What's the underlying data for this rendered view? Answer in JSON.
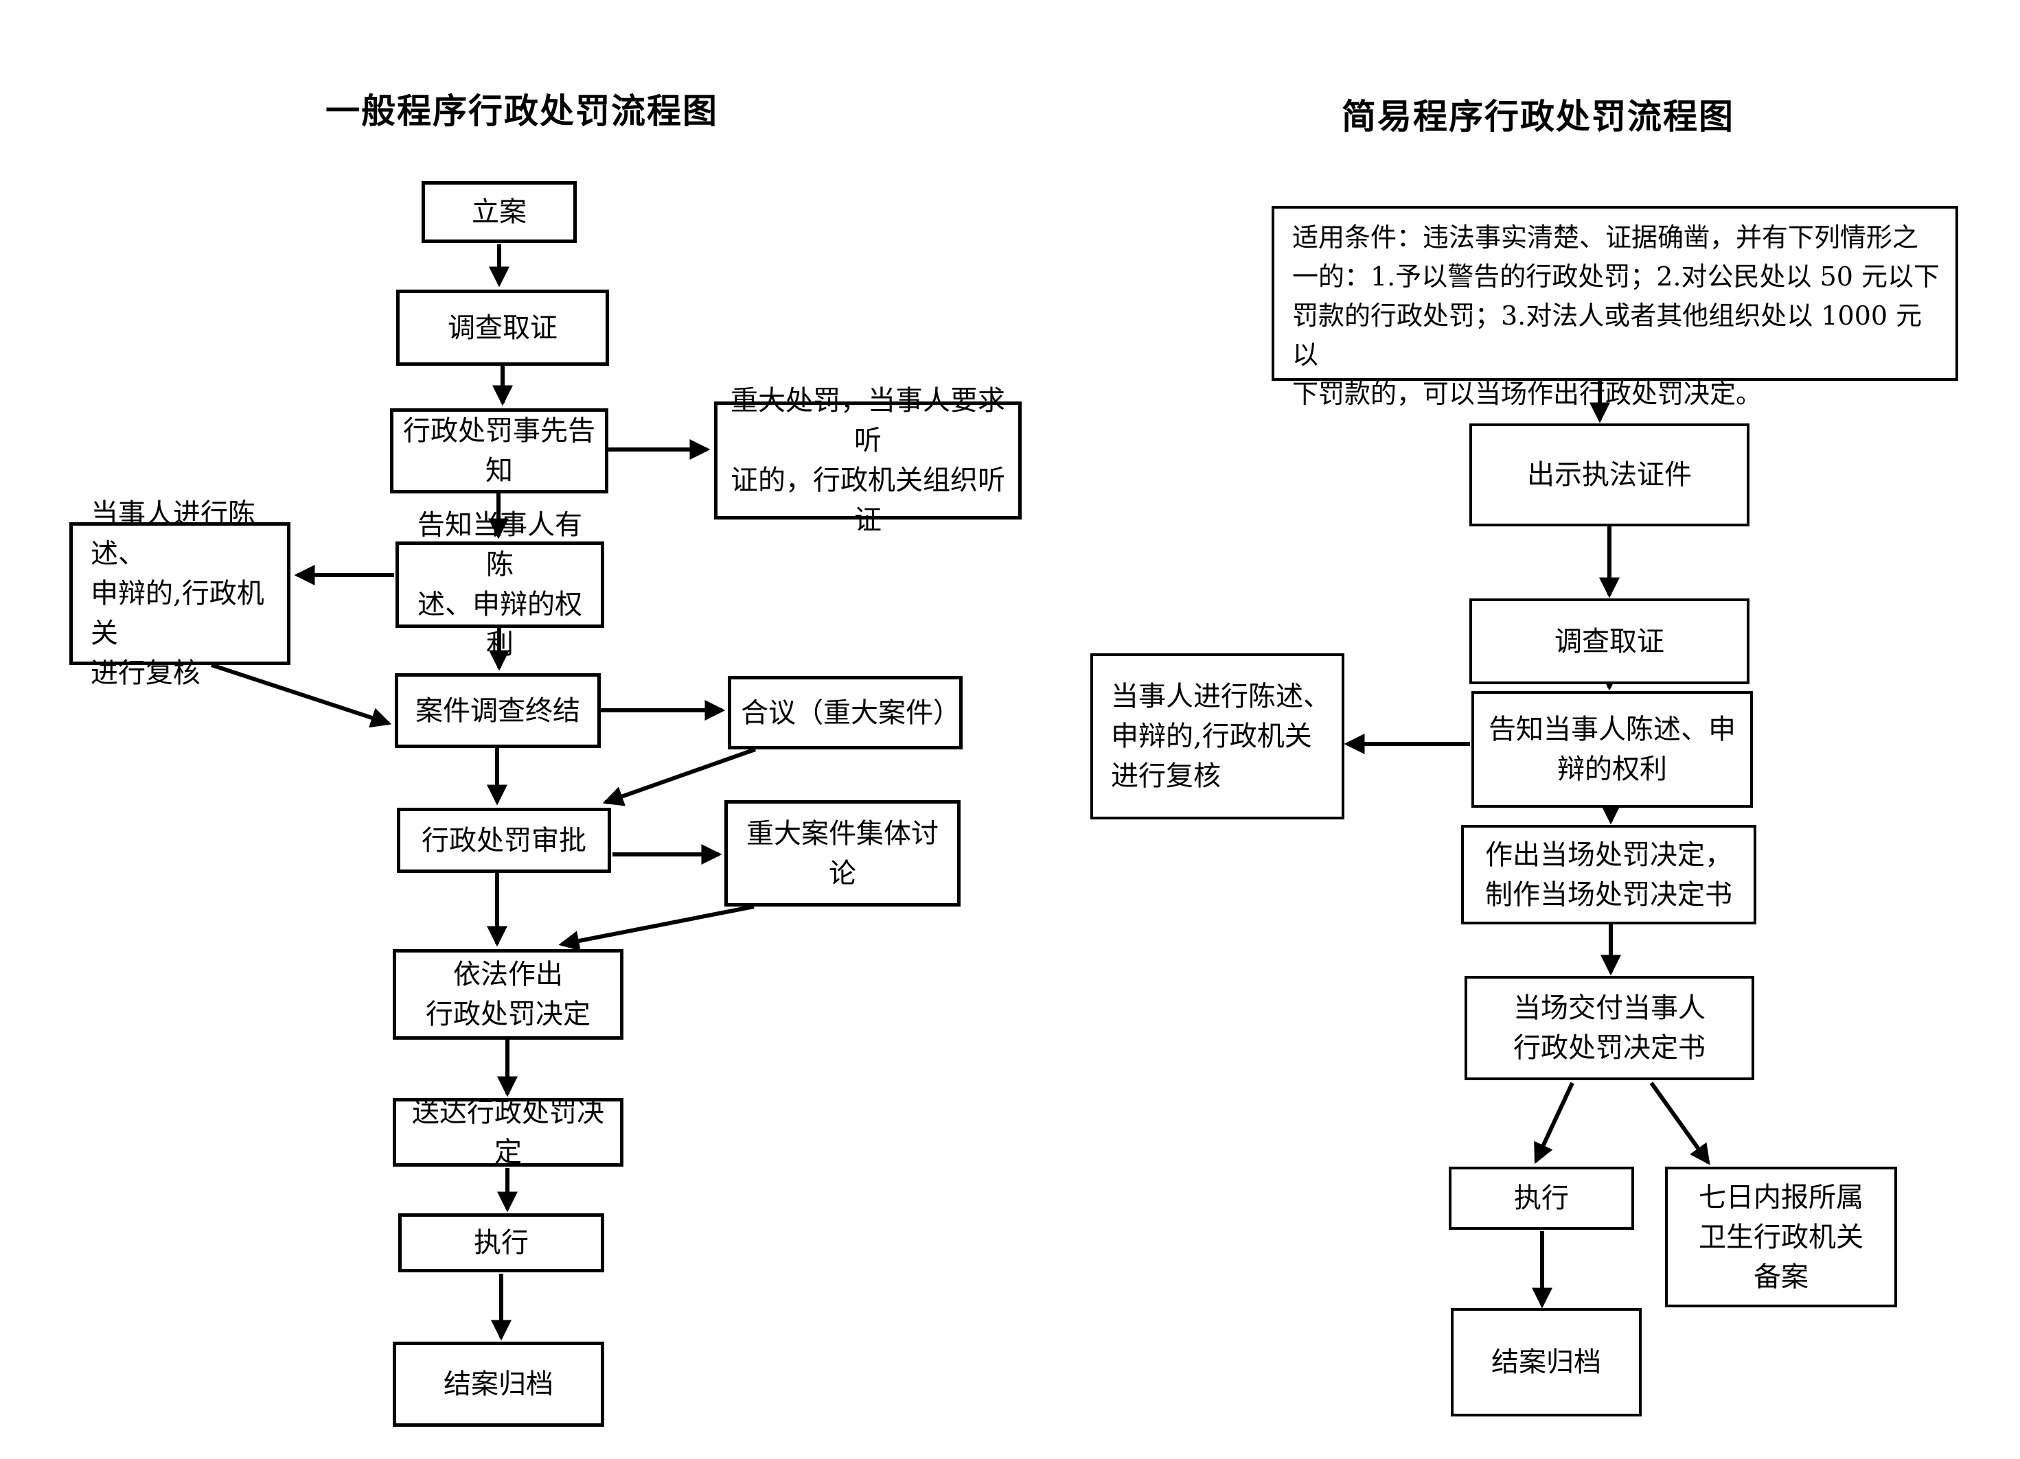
{
  "page": {
    "background_color": "#ffffff",
    "line_color": "#000000"
  },
  "general_flow": {
    "title": "一般程序行政处罚流程图",
    "nodes": {
      "file_case": "立案",
      "investigate": "调查取证",
      "prior_notice": "行政处罚事先告知",
      "hearing": "重大处罚，当事人要求听\n证的，行政机关组织听证",
      "notify_rights": "告知当事人有陈\n述、申辩的权利",
      "review": "当事人进行陈述、\n申辩的,行政机关\n进行复核",
      "investigation_end": "案件调查终结",
      "panel_discussion": "合议（重大案件）",
      "penalty_approval": "行政处罚审批",
      "major_case_discussion": "重大案件集体讨论",
      "make_decision": "依法作出\n行政处罚决定",
      "deliver_decision": "送达行政处罚决定",
      "execute": "执行",
      "close_case": "结案归档"
    },
    "flow": [
      "file_case -> investigate",
      "investigate -> prior_notice",
      "prior_notice -> hearing",
      "prior_notice -> notify_rights",
      "notify_rights -> review",
      "review -> investigation_end",
      "notify_rights -> investigation_end",
      "investigation_end -> panel_discussion",
      "panel_discussion -> penalty_approval",
      "investigation_end -> penalty_approval",
      "penalty_approval -> major_case_discussion",
      "major_case_discussion -> make_decision",
      "penalty_approval -> make_decision",
      "make_decision -> deliver_decision",
      "deliver_decision -> execute",
      "execute -> close_case"
    ]
  },
  "summary_flow": {
    "title": "简易程序行政处罚流程图",
    "nodes": {
      "conditions": "适用条件：违法事实清楚、证据确凿，并有下列情形之\n一的：1.予以警告的行政处罚；2.对公民处以 50 元以下\n罚款的行政处罚；3.对法人或者其他组织处以 1000 元以\n下罚款的，可以当场作出行政处罚决定。",
      "show_credentials": "出示执法证件",
      "investigate": "调查取证",
      "notify_rights": "告知当事人陈述、申\n辩的权利",
      "review": "当事人进行陈述、\n申辩的,行政机关\n进行复核",
      "onsite_decision": "作出当场处罚决定，\n制作当场处罚决定书",
      "deliver_onsite": "当场交付当事人\n行政处罚决定书",
      "execute": "执行",
      "report_filing": "七日内报所属\n卫生行政机关\n备案",
      "close_case": "结案归档"
    },
    "flow": [
      "conditions -> show_credentials",
      "show_credentials -> investigate",
      "investigate -> notify_rights",
      "notify_rights -> review",
      "notify_rights -> onsite_decision",
      "onsite_decision -> deliver_onsite",
      "deliver_onsite -> execute",
      "deliver_onsite -> report_filing",
      "execute -> close_case"
    ]
  }
}
